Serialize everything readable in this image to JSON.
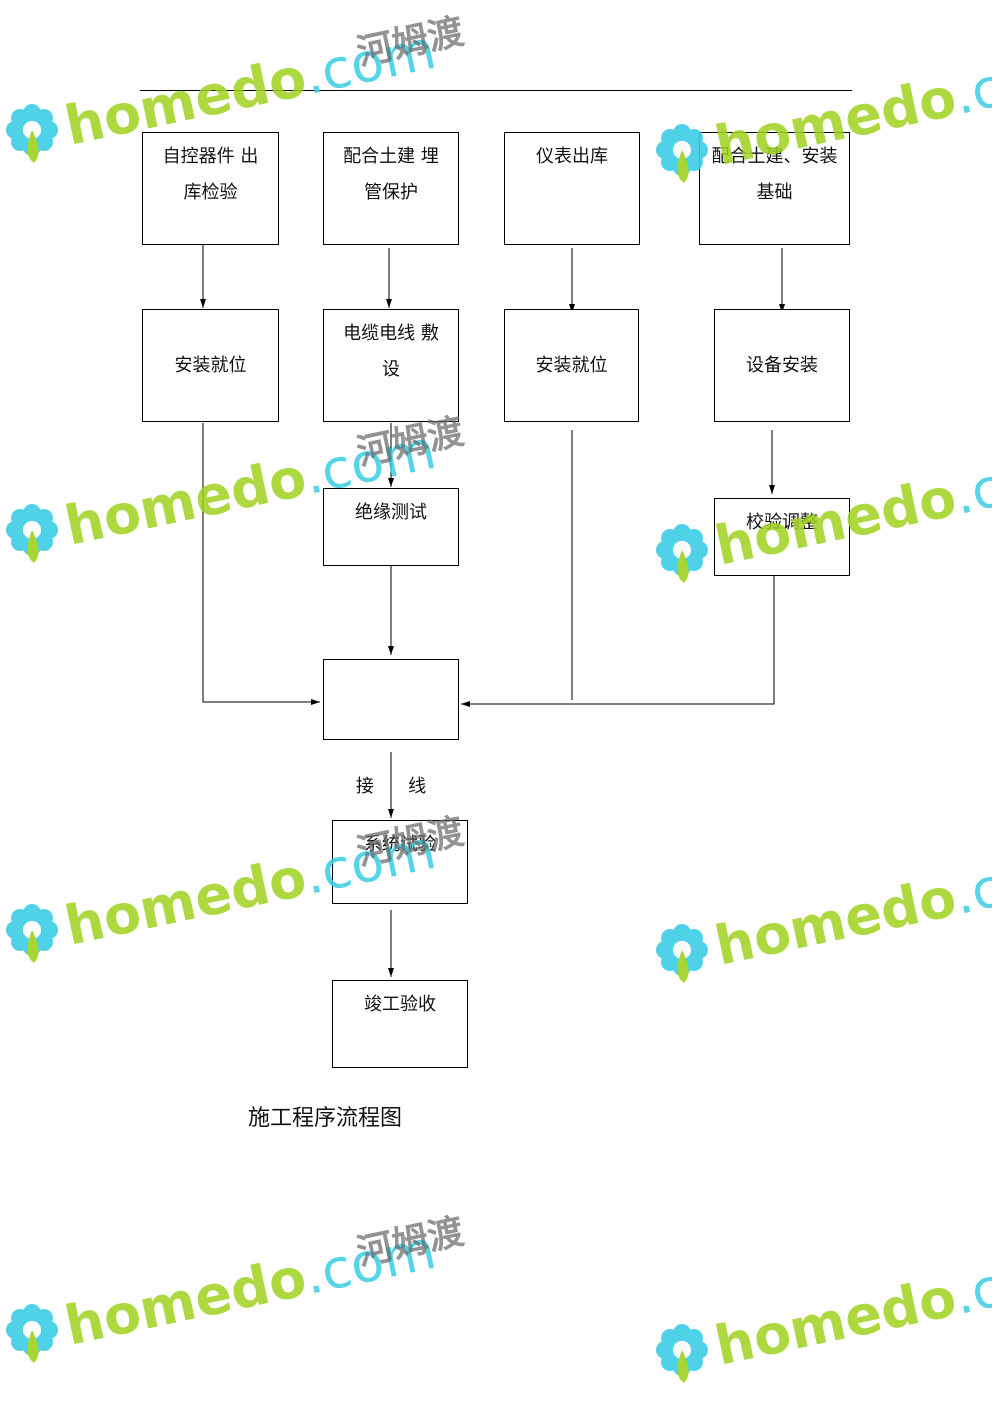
{
  "diagram": {
    "nodes": {
      "n1": [
        "自控器件 出",
        "库检验"
      ],
      "n2": [
        "配合土建 埋",
        "管保护"
      ],
      "n3": [
        "仪表出库"
      ],
      "n4": [
        "配合土建、安装",
        "基础"
      ],
      "n5": [
        "安装就位"
      ],
      "n6": [
        "电缆电线 敷",
        "设"
      ],
      "n7": [
        "安装就位"
      ],
      "n8": [
        "设备安装"
      ],
      "n9": [
        "绝缘测试"
      ],
      "n10": [
        "校验调整"
      ],
      "n11": [
        "接      线"
      ],
      "n12": [
        "系统试验"
      ],
      "n13": [
        "竣工验收"
      ]
    },
    "caption": "施工程序流程图"
  },
  "watermark": {
    "brand": "homedo",
    "domain": ".com",
    "cn": "河姆渡",
    "colors": {
      "green": "#9fd21f",
      "blue": "#3ccde6"
    }
  }
}
